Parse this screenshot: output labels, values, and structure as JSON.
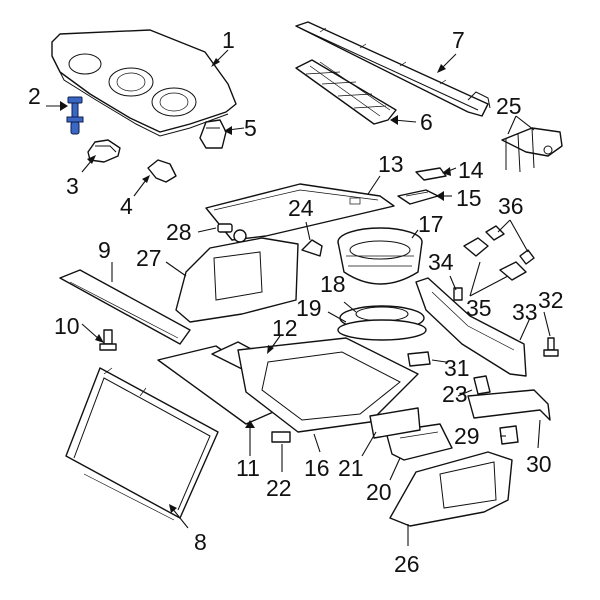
{
  "diagram": {
    "callouts": [
      {
        "id": "1",
        "label": "1"
      },
      {
        "id": "2",
        "label": "2"
      },
      {
        "id": "3",
        "label": "3"
      },
      {
        "id": "4",
        "label": "4"
      },
      {
        "id": "5",
        "label": "5"
      },
      {
        "id": "6",
        "label": "6"
      },
      {
        "id": "7",
        "label": "7"
      },
      {
        "id": "8",
        "label": "8"
      },
      {
        "id": "9",
        "label": "9"
      },
      {
        "id": "10",
        "label": "10"
      },
      {
        "id": "11",
        "label": "11"
      },
      {
        "id": "12",
        "label": "12"
      },
      {
        "id": "13",
        "label": "13"
      },
      {
        "id": "14",
        "label": "14"
      },
      {
        "id": "15",
        "label": "15"
      },
      {
        "id": "16",
        "label": "16"
      },
      {
        "id": "17",
        "label": "17"
      },
      {
        "id": "18",
        "label": "18"
      },
      {
        "id": "19",
        "label": "19"
      },
      {
        "id": "20",
        "label": "20"
      },
      {
        "id": "21",
        "label": "21"
      },
      {
        "id": "22",
        "label": "22"
      },
      {
        "id": "23",
        "label": "23"
      },
      {
        "id": "24",
        "label": "24"
      },
      {
        "id": "25",
        "label": "25"
      },
      {
        "id": "26",
        "label": "26"
      },
      {
        "id": "27",
        "label": "27"
      },
      {
        "id": "28",
        "label": "28"
      },
      {
        "id": "29",
        "label": "29"
      },
      {
        "id": "30",
        "label": "30"
      },
      {
        "id": "31",
        "label": "31"
      },
      {
        "id": "32",
        "label": "32"
      },
      {
        "id": "33",
        "label": "33"
      },
      {
        "id": "34",
        "label": "34"
      },
      {
        "id": "35",
        "label": "35"
      },
      {
        "id": "36",
        "label": "36"
      }
    ],
    "highlighted_part": "2",
    "colors": {
      "line": "#111111",
      "highlight": "#3a66c4",
      "background": "#ffffff"
    }
  }
}
